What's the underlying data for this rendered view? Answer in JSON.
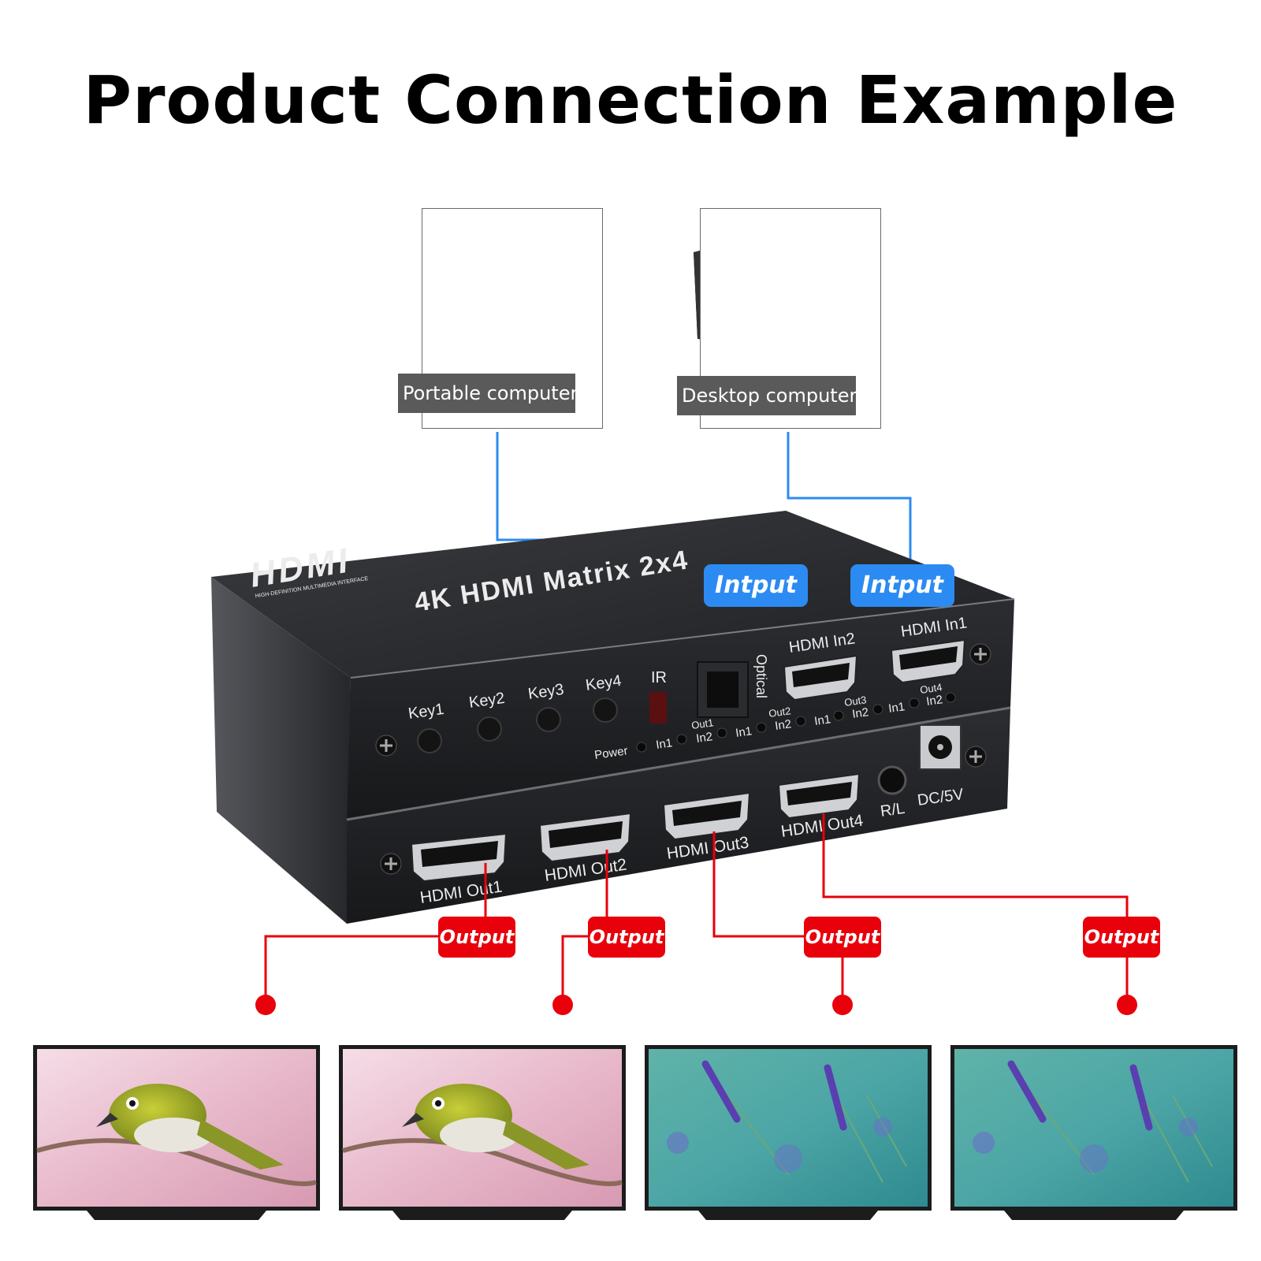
{
  "title": "Product Connection Example",
  "sources": [
    {
      "label": "Portable computer",
      "icon": "laptop-icon"
    },
    {
      "label": "Desktop computer",
      "icon": "desktop-computer-icon"
    }
  ],
  "input_tag": "Intput",
  "output_tag": "Output",
  "colors": {
    "input_line": "#2c8bf2",
    "output_line": "#e8000b",
    "device_body": "#1e1f22"
  },
  "device": {
    "logo": "HDMI",
    "logo_sub": "HIGH-DEFINITION MULTIMEDIA INTERFACE",
    "model": "4K HDMI Matrix 2x4",
    "keys": [
      "Key1",
      "Key2",
      "Key3",
      "Key4"
    ],
    "ir": "IR",
    "optical": "Optical",
    "inputs": [
      "HDMI In2",
      "HDMI In1"
    ],
    "power": "Power",
    "led_groups": [
      {
        "name": "Out1",
        "in1": "In1",
        "in2": "In2"
      },
      {
        "name": "Out2",
        "in1": "In1",
        "in2": "In2"
      },
      {
        "name": "Out3",
        "in1": "In1",
        "in2": "In2"
      },
      {
        "name": "Out4",
        "in1": "In1",
        "in2": "In2"
      }
    ],
    "outputs": [
      "HDMI Out1",
      "HDMI Out2",
      "HDMI Out3",
      "HDMI Out4"
    ],
    "rl": "R/L",
    "dc": "DC/5V"
  },
  "displays": [
    {
      "name": "tv-1",
      "picture": "bird"
    },
    {
      "name": "tv-2",
      "picture": "bird"
    },
    {
      "name": "tv-3",
      "picture": "lavender"
    },
    {
      "name": "tv-4",
      "picture": "lavender"
    }
  ]
}
